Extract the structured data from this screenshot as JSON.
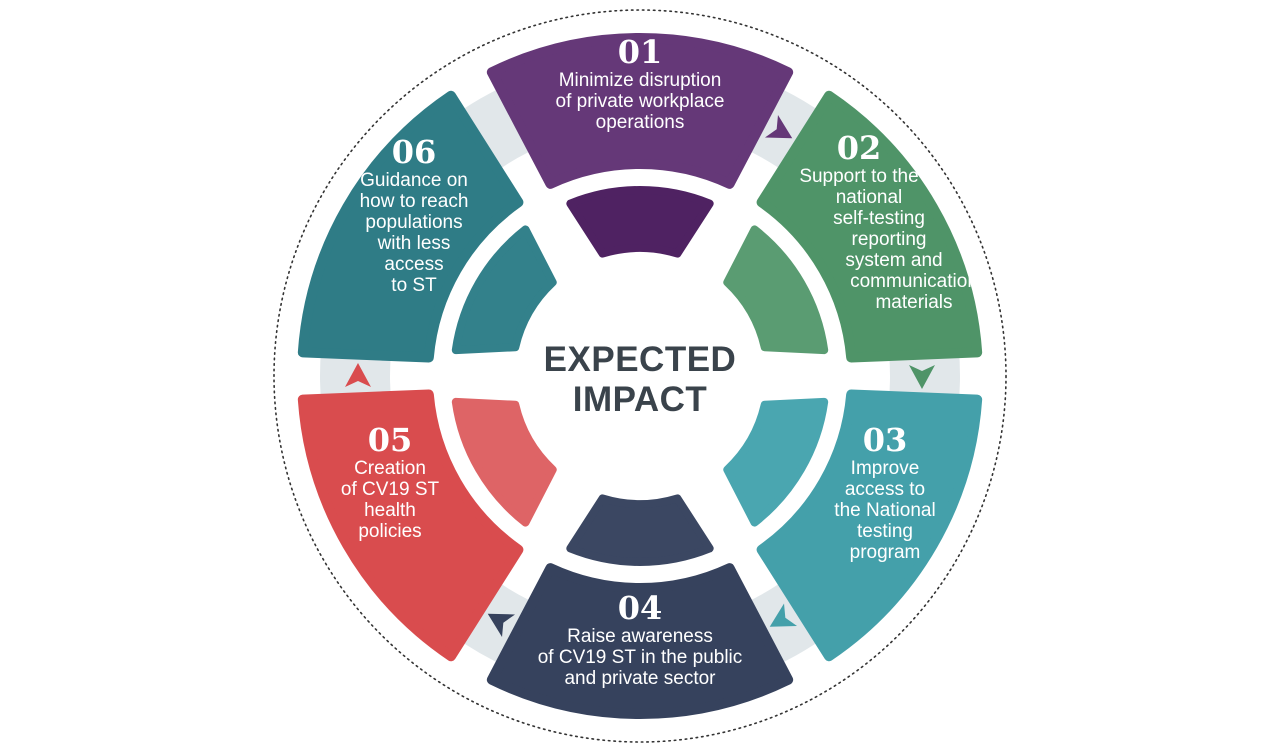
{
  "center_title": [
    "EXPECTED",
    "IMPACT"
  ],
  "segments": [
    {
      "number": "01",
      "lines": [
        "Minimize disruption",
        "of private workplace",
        "operations"
      ],
      "color": "#653878",
      "inner_color": "#4f2262"
    },
    {
      "number": "02",
      "lines": [
        "Support to the",
        "national",
        "self-testing",
        "reporting",
        "system and",
        "communication",
        "materials"
      ],
      "color": "#4f9468",
      "inner_color": "#5a9c72"
    },
    {
      "number": "03",
      "lines": [
        "Improve",
        "access to",
        "the National",
        "testing",
        "program"
      ],
      "color": "#44a0aa",
      "inner_color": "#4aa6b0"
    },
    {
      "number": "04",
      "lines": [
        "Raise awareness",
        "of CV19 ST in the public",
        "and private sector"
      ],
      "color": "#36425d",
      "inner_color": "#3b4762"
    },
    {
      "number": "05",
      "lines": [
        "Creation",
        "of CV19 ST",
        "health",
        "policies"
      ],
      "color": "#d94c4e",
      "inner_color": "#de6466"
    },
    {
      "number": "06",
      "lines": [
        "Guidance on",
        "how to reach",
        "populations",
        "with less",
        "access",
        "to ST"
      ],
      "color": "#2f7c86",
      "inner_color": "#33818b"
    }
  ],
  "ring_color": "#e1e7ea"
}
